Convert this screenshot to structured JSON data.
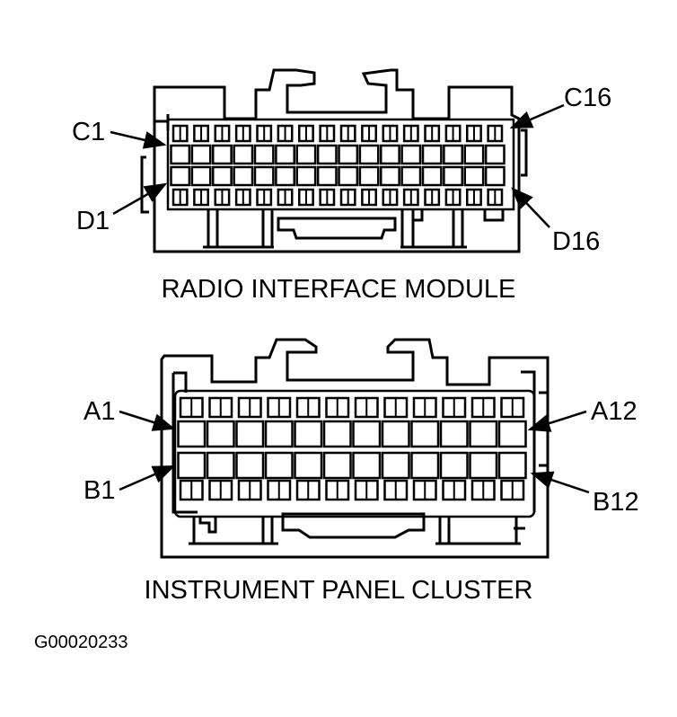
{
  "connectors": [
    {
      "id": "radio",
      "title": "RADIO INTERFACE MODULE",
      "cavities_per_row": 16,
      "rows": [
        "C",
        "D"
      ],
      "pin_labels": {
        "top_left": "C1",
        "top_right": "C16",
        "bottom_left": "D1",
        "bottom_right": "D16"
      }
    },
    {
      "id": "ipc",
      "title": "INSTRUMENT PANEL CLUSTER",
      "cavities_per_row": 12,
      "rows": [
        "A",
        "B"
      ],
      "pin_labels": {
        "top_left": "A1",
        "top_right": "A12",
        "bottom_left": "B1",
        "bottom_right": "B12"
      }
    }
  ],
  "figure_id": "G00020233"
}
